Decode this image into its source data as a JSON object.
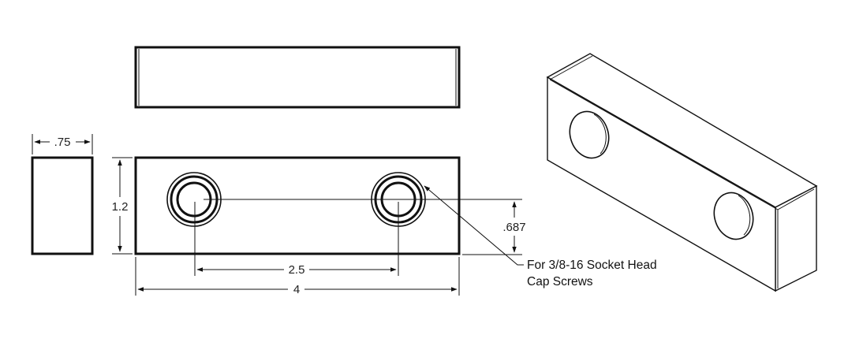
{
  "dimensions": {
    "side_width": ".75",
    "height": "1.2",
    "hole_spacing": "2.5",
    "overall_length": "4",
    "hole_offset": ".687"
  },
  "note": {
    "line1": "For 3/8-16 Socket Head",
    "line2": "Cap Screws"
  },
  "colors": {
    "line": "#111111",
    "background": "#ffffff"
  }
}
